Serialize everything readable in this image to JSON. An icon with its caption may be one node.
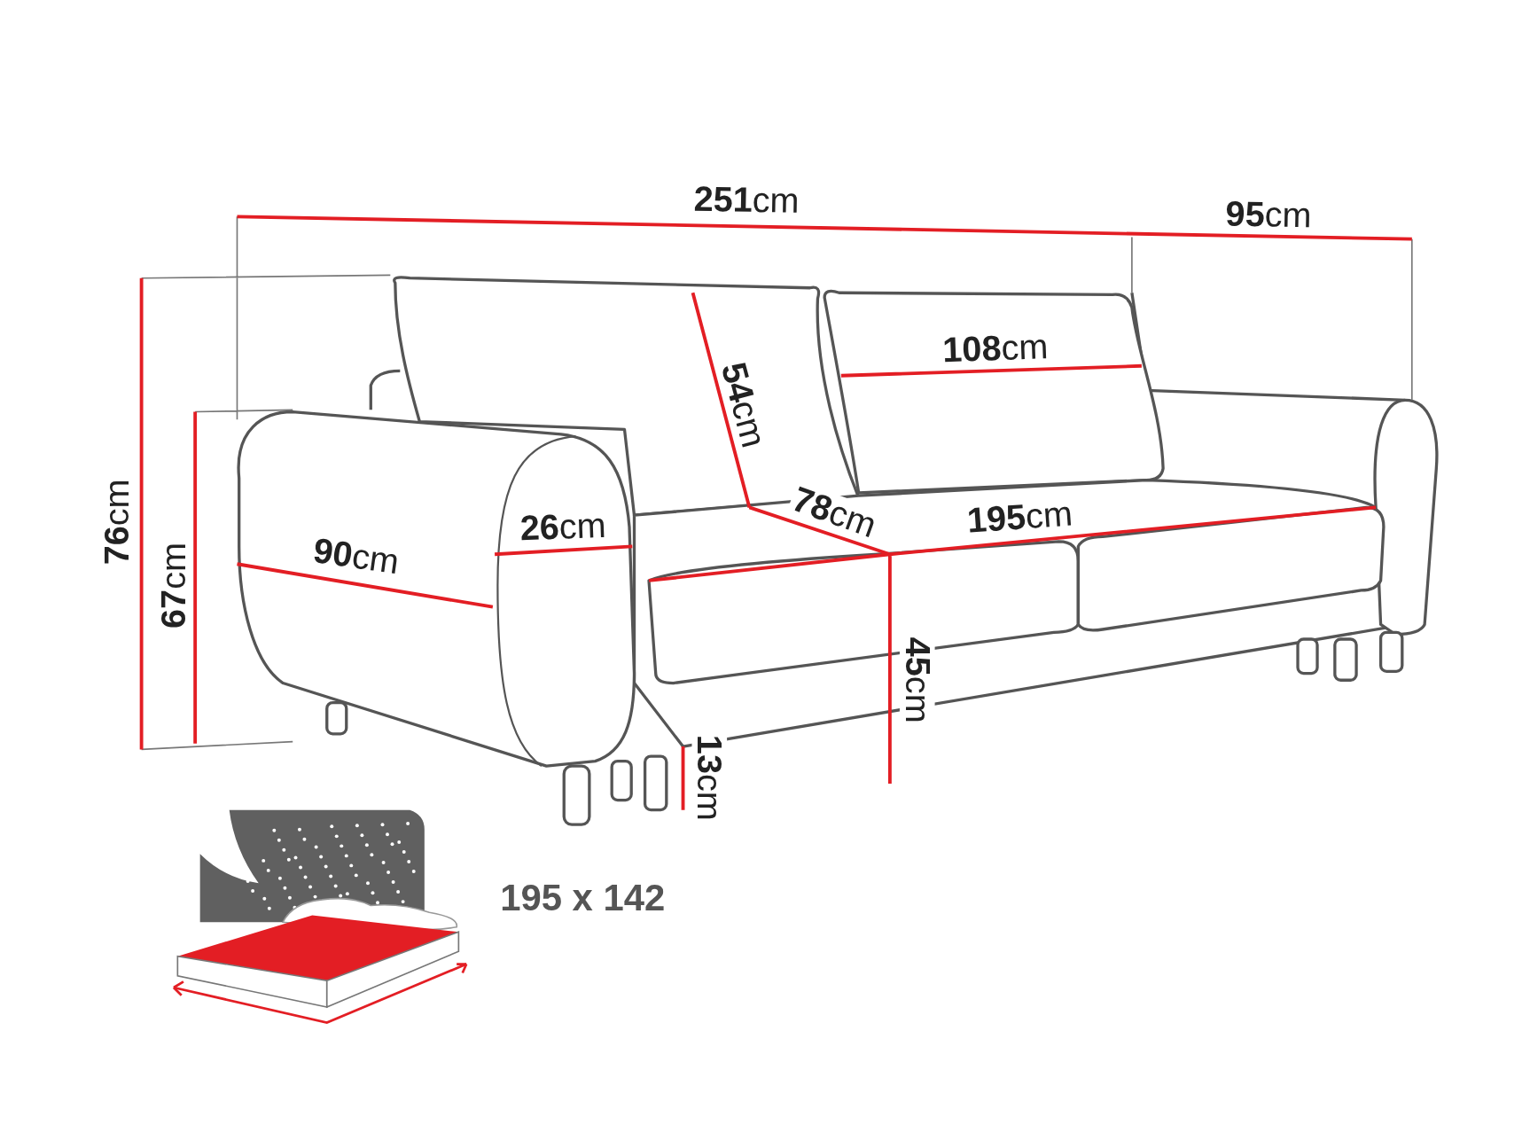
{
  "diagram": {
    "labels": [
      "**251**cm",
      "**95**cm",
      "**108**cm",
      "**54**cm",
      "**76**cm",
      "**78**cm",
      "**195**cm",
      "**26**cm",
      "**90**cm",
      "**67**cm",
      "**45**cm",
      "**13**cm",
      "195 x 142"
    ]
  }
}
